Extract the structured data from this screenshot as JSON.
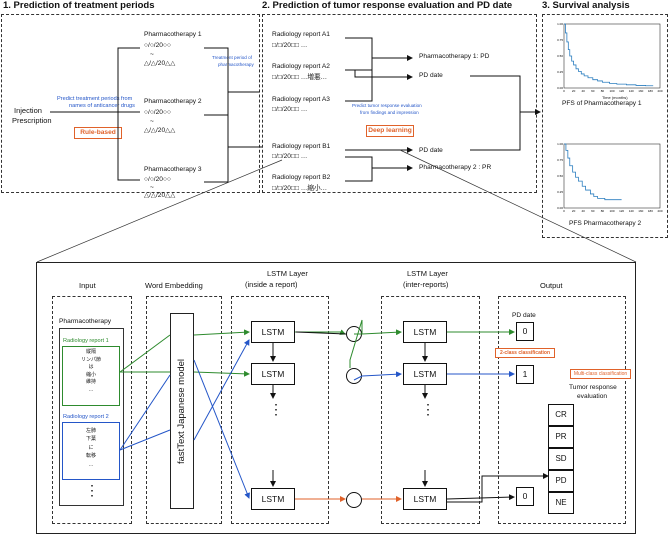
{
  "sections": {
    "s1_title": "1. Prediction of treatment periods",
    "s2_title": "2. Prediction of tumor response evaluation and PD date",
    "s3_title": "3. Survival analysis"
  },
  "s1": {
    "injection": "Injection",
    "prescription": "Prescription",
    "predict_note_1": "Predict treatment periods from",
    "predict_note_2": "names of anticancer drugs",
    "rule_based": "Rule-based",
    "pharm1": "Pharmacotherapy 1",
    "pharm1_start": "○/○/20○○",
    "pharm1_tilde": "~",
    "pharm1_end": "△/△/20△△",
    "pharm2": "Pharmacotherapy 2",
    "pharm2_start": "○/○/20○○",
    "pharm2_tilde": "~",
    "pharm2_end": "△/△/20△△",
    "pharm3": "Pharmacotherapy 3",
    "pharm3_start": "○/○/20○○",
    "pharm3_tilde": "~",
    "pharm3_end": "△/△/20△△"
  },
  "s2": {
    "treat_note_1": "Treatment period of",
    "treat_note_2": "pharmacotherapy",
    "a1": "Radiology report A1",
    "a1_date": "□/□/20□□ …",
    "a2": "Radiology report A2",
    "a2_date": "□/□/20□□ …増悪…",
    "a3": "Radiology report A3",
    "a3_date": "□/□/20□□ …",
    "b1": "Radiology report B1",
    "b1_date": "□/□/20□□ …",
    "b2": "Radiology report B2",
    "b2_date": "□/□/20□□ …縮小…",
    "out_pd1": "Pharmacotherapy 1: PD",
    "out_pd_date1": "PD date",
    "out_pd_date2": "PD date",
    "out_pr2": "Pharmacotherapy 2 : PR",
    "dl_note_1": "Predict tumor response evaluation",
    "dl_note_2": "from findings and impression",
    "deep_learning": "Deep learning"
  },
  "s3": {
    "pfs1": "PFS of Pharmacotherapy 1",
    "pfs2": "PFS Pharmacotherapy 2",
    "xlabel": "Time (months)"
  },
  "chart_data": [
    {
      "type": "line",
      "title": "PFS of Pharmacotherapy 1",
      "xlabel": "Time (months)",
      "ylabel": "",
      "xlim": [
        0,
        200
      ],
      "ylim": [
        0,
        1.0
      ],
      "x_ticks": [
        "0",
        "20",
        "40",
        "60",
        "80",
        "100",
        "120",
        "140",
        "160",
        "180",
        "200"
      ],
      "y_ticks": [
        "0.00",
        "0.25",
        "0.50",
        "0.75",
        "1.00"
      ],
      "series": [
        {
          "x": [
            0,
            3,
            6,
            9,
            12,
            16,
            20,
            25,
            30,
            36,
            42,
            50,
            60,
            70,
            80,
            95,
            110,
            130,
            150,
            170,
            185
          ],
          "y": [
            1.0,
            0.86,
            0.72,
            0.6,
            0.5,
            0.42,
            0.36,
            0.3,
            0.26,
            0.22,
            0.19,
            0.16,
            0.13,
            0.11,
            0.09,
            0.07,
            0.06,
            0.05,
            0.04,
            0.035,
            0.03
          ]
        }
      ]
    },
    {
      "type": "line",
      "title": "PFS Pharmacotherapy 2",
      "xlabel": "",
      "ylabel": "",
      "xlim": [
        0,
        200
      ],
      "ylim": [
        0,
        1.0
      ],
      "x_ticks": [
        "0",
        "20",
        "40",
        "60",
        "80",
        "100",
        "120",
        "140",
        "160",
        "180",
        "200"
      ],
      "y_ticks": [
        "0.00",
        "0.25",
        "0.50",
        "0.75",
        "1.00"
      ],
      "series": [
        {
          "x": [
            0,
            4,
            8,
            12,
            18,
            24,
            30,
            38,
            45,
            55,
            62,
            70,
            85,
            100,
            120
          ],
          "y": [
            1.0,
            0.9,
            0.78,
            0.66,
            0.56,
            0.48,
            0.42,
            0.34,
            0.28,
            0.22,
            0.18,
            0.15,
            0.13,
            0.13,
            0.13
          ]
        }
      ]
    }
  ],
  "bottom": {
    "col_input": "Input",
    "col_embed": "Word Embedding",
    "col_lstm1_1": "LSTM Layer",
    "col_lstm1_2": "(inside a report)",
    "col_lstm2_1": "LSTM Layer",
    "col_lstm2_2": "(inter-reports)",
    "col_output": "Output",
    "pharmacotherapy": "Pharmacotherapy",
    "rr1": "Radiology report 1",
    "rr1_l1": "縦隔",
    "rr1_l2": "リンパ節",
    "rr1_l3": "は",
    "rr1_l4": "縮小",
    "rr1_l5": "維持",
    "rr1_l6": "…",
    "rr2": "Radiology report 2",
    "rr2_l1": "左肺",
    "rr2_l2": "下葉",
    "rr2_l3": "に",
    "rr2_l4": "転移",
    "rr2_l5": "…",
    "input_dots": "⋮",
    "fasttext": "fastText Japanese model",
    "lstm": "LSTM",
    "vdots": "⋮",
    "pd_date": "PD date",
    "out0": "0",
    "out1": "1",
    "out0b": "0",
    "two_class": "2-class classification",
    "multi_class": "Multi-class classification",
    "tumor_1": "Tumor response",
    "tumor_2": "evaluation",
    "classes": [
      "CR",
      "PR",
      "SD",
      "PD",
      "NE"
    ]
  },
  "colors": {
    "green": "#2e8b2e",
    "blue": "#2456c8",
    "orange": "#e0622a"
  }
}
